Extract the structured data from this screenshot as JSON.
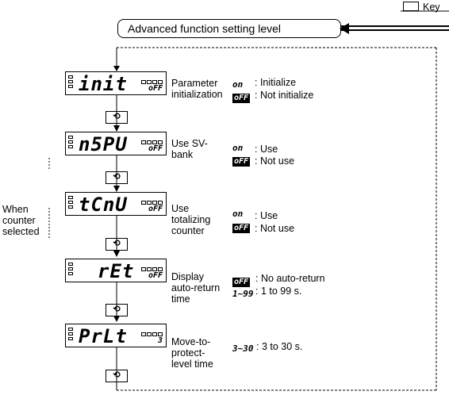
{
  "header": {
    "level_title": "Advanced function setting level",
    "key_label": "Key"
  },
  "steps": [
    {
      "display_main": "init",
      "display_sub": "oFF",
      "param": "Parameter\ninitialization",
      "options": [
        {
          "symbol": "on",
          "symbol_style": "segment",
          "desc": ": Initialize"
        },
        {
          "symbol": "oFF",
          "symbol_style": "inverse",
          "desc": ": Not initialize"
        }
      ]
    },
    {
      "display_main": "n5PU",
      "display_sub": "oFF",
      "param": "Use SV-\nbank",
      "options": [
        {
          "symbol": "on",
          "symbol_style": "segment",
          "desc": ": Use"
        },
        {
          "symbol": "oFF",
          "symbol_style": "inverse",
          "desc": ": Not use"
        }
      ]
    },
    {
      "display_main": "tCnU",
      "display_sub": "oFF",
      "param": "Use\ntotalizing\ncounter",
      "options": [
        {
          "symbol": "on",
          "symbol_style": "segment",
          "desc": ": Use"
        },
        {
          "symbol": "oFF",
          "symbol_style": "inverse",
          "desc": ": Not use"
        }
      ]
    },
    {
      "display_main": "rEt",
      "display_sub": "oFF",
      "param": "Display\nauto-return\ntime",
      "options": [
        {
          "symbol": "oFF",
          "symbol_style": "inverse",
          "desc": ": No auto-return"
        },
        {
          "symbol": "1~99",
          "symbol_style": "segment",
          "desc": ": 1 to 99 s."
        }
      ]
    },
    {
      "display_main": "PrLt",
      "display_sub": "3",
      "param": "Move-to-\nprotect-\nlevel time",
      "options": [
        {
          "symbol": "3~30",
          "symbol_style": "segment",
          "desc": ": 3 to 30 s."
        }
      ]
    }
  ],
  "side_note": "When\ncounter\nselected",
  "mode_key_symbol": "⟲"
}
